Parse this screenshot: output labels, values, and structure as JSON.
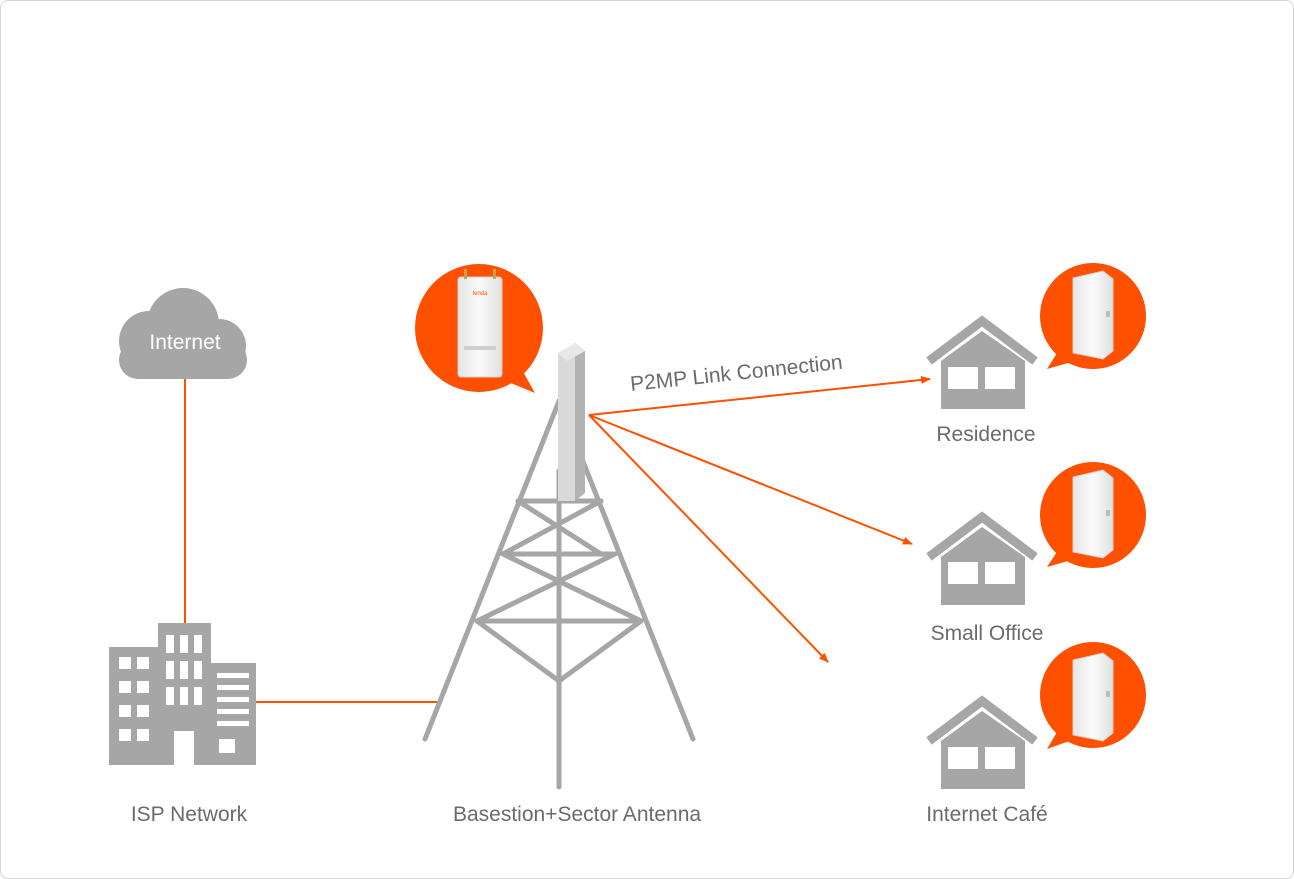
{
  "colors": {
    "accent": "#ff5000",
    "gray": "#a6a6a6",
    "label": "#6b6b6b",
    "device": "#f4f4f4"
  },
  "nodes": {
    "internet": {
      "label": "Internet",
      "icon": "cloud-icon"
    },
    "isp": {
      "label": "ISP Network",
      "icon": "building-icon"
    },
    "basestation": {
      "label": "Basestion+Sector Antenna",
      "icon": "tower-icon"
    },
    "residence": {
      "label": "Residence",
      "icon": "house-icon"
    },
    "small_office": {
      "label": "Small Office",
      "icon": "house-icon"
    },
    "internet_cafe": {
      "label": "Internet Café",
      "icon": "house-icon"
    }
  },
  "link_label": "P2MP Link Connection",
  "device_brand": "tenda"
}
